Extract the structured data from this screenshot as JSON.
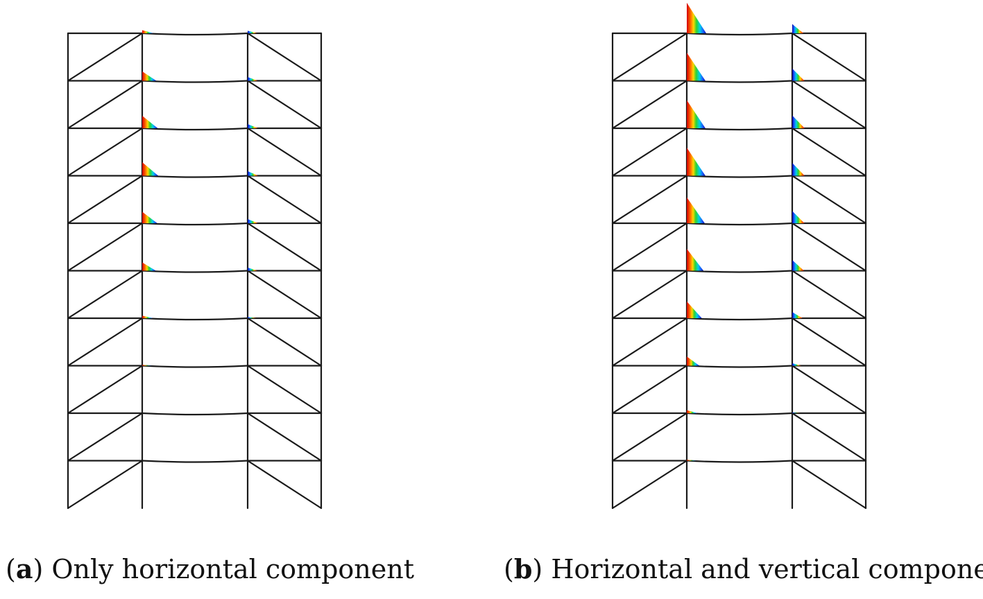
{
  "panels": [
    {
      "id": "a",
      "caption_letter": "a",
      "caption_text": "Only horizontal component",
      "stories": 10,
      "beam_moment_levels": {
        "left": [
          0.15,
          0.45,
          0.6,
          0.65,
          0.55,
          0.4,
          0.12,
          0.04,
          0.0,
          0.0
        ],
        "right": [
          0.12,
          0.18,
          0.2,
          0.22,
          0.2,
          0.15,
          0.06,
          0.0,
          0.0,
          0.0
        ]
      }
    },
    {
      "id": "b",
      "caption_letter": "b",
      "caption_text": "Horizontal and vertical component",
      "stories": 10,
      "beam_moment_levels": {
        "left": [
          1.0,
          0.92,
          0.92,
          0.92,
          0.85,
          0.72,
          0.55,
          0.3,
          0.1,
          0.03
        ],
        "right": [
          0.3,
          0.4,
          0.42,
          0.42,
          0.4,
          0.35,
          0.2,
          0.08,
          0.02,
          0.0
        ]
      }
    }
  ]
}
